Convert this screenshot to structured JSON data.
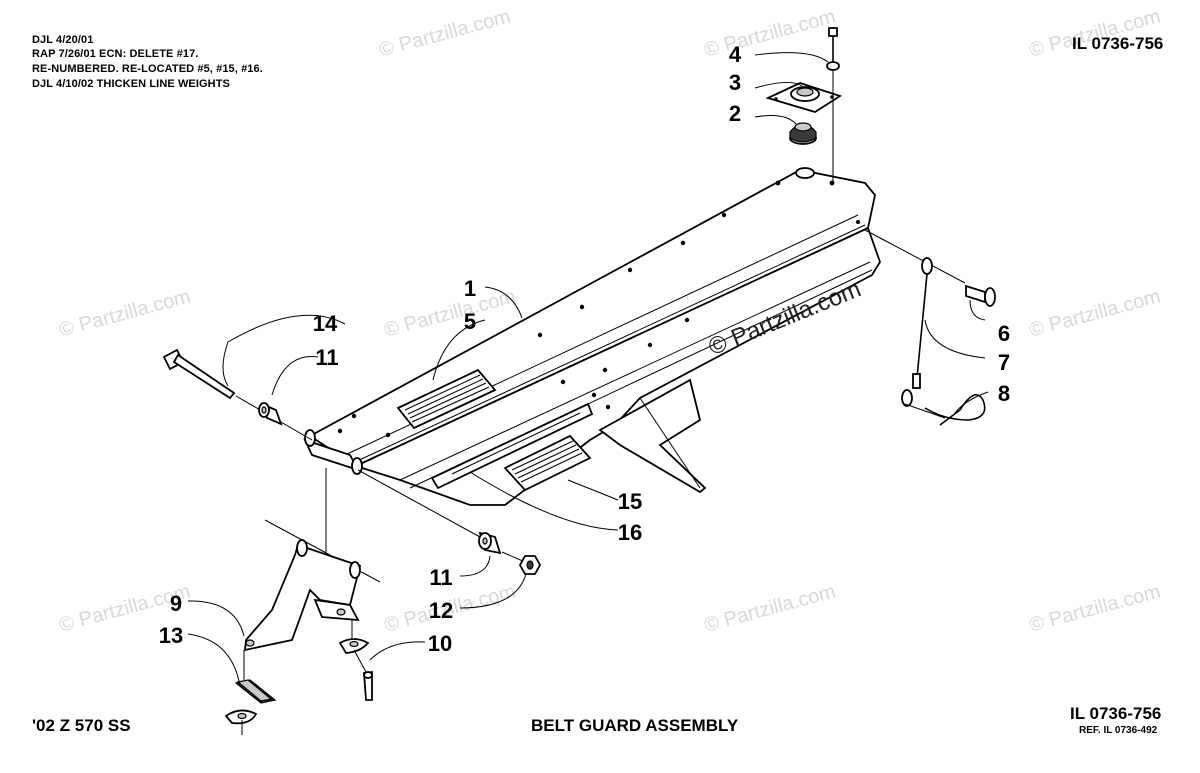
{
  "revision_notes": [
    "DJL 4/20/01",
    "RAP 7/26/01  ECN:  DELETE #17.",
    "RE-NUMBERED. RE-LOCATED #5, #15, #16.",
    "DJL 4/10/02 THICKEN LINE WEIGHTS"
  ],
  "header": {
    "illustration_id": "IL 0736-756"
  },
  "footer": {
    "model": "'02 Z 570 SS",
    "title": "BELT GUARD ASSEMBLY",
    "illustration_id": "IL 0736-756",
    "reference": "REF. IL 0736-492"
  },
  "watermark": {
    "text": "© Partzilla.com",
    "prominent_text": "© Partzilla.com"
  },
  "callouts": {
    "c1": "1",
    "c2": "2",
    "c3": "3",
    "c4": "4",
    "c5": "5",
    "c6": "6",
    "c7": "7",
    "c8": "8",
    "c9": "9",
    "c10": "10",
    "c11a": "11",
    "c11b": "11",
    "c12": "12",
    "c13": "13",
    "c14": "14",
    "c15": "15",
    "c16": "16"
  }
}
